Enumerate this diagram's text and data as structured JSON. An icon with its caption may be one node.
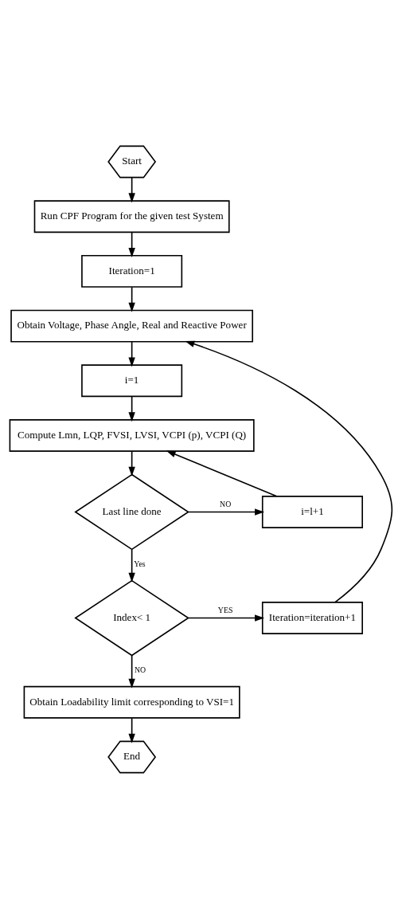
{
  "diagram": {
    "nodes": [
      {
        "text": [
          "Start"
        ]
      },
      {
        "text": [
          "Run CPF Program for the given test System"
        ]
      },
      {
        "text": [
          "Iteration=1"
        ]
      },
      {
        "text": [
          "Obtain Voltage, Phase Angle, Real and Reactive Power"
        ]
      },
      {
        "text": [
          "i=1"
        ]
      },
      {
        "text": [
          "Compute Lmn, LQP, FVSI, LVSI, VCPI (p), VCPI (Q)"
        ]
      },
      {
        "text": [
          "Last line done"
        ]
      },
      {
        "text": [
          "i=l+1"
        ]
      },
      {
        "text": [
          "Index< 1"
        ]
      },
      {
        "text": [
          "Iteration=iteration+1"
        ]
      },
      {
        "text": [
          "Obtain Loadability limit corresponding to VSI=1"
        ]
      },
      {
        "text": [
          "End"
        ]
      }
    ],
    "edges": [
      {
        "from": 0,
        "to": 1,
        "arrow": "to"
      },
      {
        "from": 1,
        "to": 2,
        "arrow": "to"
      },
      {
        "from": 2,
        "to": 3,
        "arrow": "to"
      },
      {
        "from": 3,
        "to": 4,
        "arrow": "to"
      },
      {
        "from": 4,
        "to": 5,
        "arrow": "to"
      },
      {
        "from": 5,
        "to": 6,
        "arrow": "to"
      },
      {
        "from": 6,
        "to": 7,
        "arrow": "to",
        "label": "NO"
      },
      {
        "from": 7,
        "to": 5,
        "arrow": "to"
      },
      {
        "from": 6,
        "to": 8,
        "arrow": "to",
        "label": "Yes"
      },
      {
        "from": 8,
        "to": 9,
        "arrow": "to",
        "label": "YES"
      },
      {
        "from": 9,
        "to": 3,
        "arrow": "to"
      },
      {
        "from": 8,
        "to": 10,
        "arrow": "to",
        "label": "NO"
      },
      {
        "from": 10,
        "to": 11,
        "arrow": "to"
      }
    ]
  }
}
